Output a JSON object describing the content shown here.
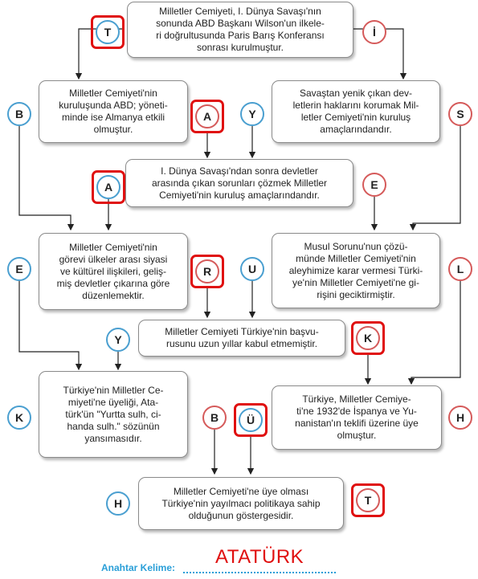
{
  "boxes": [
    {
      "id": "b1",
      "text": "Milletler Cemiyeti, I. Dünya Savaşı'nın\nsonunda ABD Başkanı Wilson'un ilkele-\nri doğrultusunda Paris Barış Konferansı\nsonrası kurulmuştur."
    },
    {
      "id": "b2",
      "text": "Milletler Cemiyeti'nin\nkuruluşunda ABD; yöneti-\nminde ise Almanya etkili\nolmuştur."
    },
    {
      "id": "b3",
      "text": "Savaştan yenik çıkan dev-\nletlerin haklarını korumak Mil-\nletler Cemiyeti'nin kuruluş\namaçlarındandır."
    },
    {
      "id": "b4",
      "text": "I. Dünya Savaşı'ndan sonra devletler\narasında çıkan sorunları çözmek Milletler\nCemiyeti'nin kuruluş amaçlarındandır."
    },
    {
      "id": "b5",
      "text": "Milletler Cemiyeti'nin\ngörevi ülkeler arası siyasi\nve kültürel ilişkileri, geliş-\nmiş devletler çıkarına göre\ndüzenlemektir."
    },
    {
      "id": "b6",
      "text": "Musul Sorunu'nun çözü-\nmünde Milletler Cemiyeti'nin\naleyhimize karar vermesi Türki-\nye'nin Milletler Cemiyeti'ne gi-\nrişini geciktirmiştir."
    },
    {
      "id": "b7",
      "text": "Milletler Cemiyeti Türkiye'nin başvu-\nrusunu uzun yıllar kabul etmemiştir."
    },
    {
      "id": "b8",
      "text": "Türkiye'nin Milletler Ce-\nmiyeti'ne üyeliği, Ata-\ntürk'ün \"Yurtta sulh, ci-\nhanda sulh.\" sözünün\nyansımasıdır."
    },
    {
      "id": "b9",
      "text": "Türkiye, Milletler Cemiye-\nti'ne 1932'de İspanya ve Yu-\nnanistan'ın teklifi üzerine üye\nolmuştur."
    },
    {
      "id": "b10",
      "text": "Milletler Cemiyeti'ne üye olması\nTürkiye'nin yayılmacı politikaya sahip\nolduğunun göstergesidir."
    }
  ],
  "circles": [
    {
      "id": "c1",
      "letter": "T",
      "kind": "blue"
    },
    {
      "id": "c2",
      "letter": "İ",
      "kind": "red"
    },
    {
      "id": "c3",
      "letter": "B",
      "kind": "blue"
    },
    {
      "id": "c4",
      "letter": "A",
      "kind": "red"
    },
    {
      "id": "c5",
      "letter": "Y",
      "kind": "blue"
    },
    {
      "id": "c6",
      "letter": "S",
      "kind": "red"
    },
    {
      "id": "c7",
      "letter": "A",
      "kind": "blue"
    },
    {
      "id": "c8",
      "letter": "E",
      "kind": "red"
    },
    {
      "id": "c9",
      "letter": "E",
      "kind": "blue"
    },
    {
      "id": "c10",
      "letter": "R",
      "kind": "red"
    },
    {
      "id": "c11",
      "letter": "U",
      "kind": "blue"
    },
    {
      "id": "c12",
      "letter": "L",
      "kind": "red"
    },
    {
      "id": "c13",
      "letter": "Y",
      "kind": "blue"
    },
    {
      "id": "c14",
      "letter": "K",
      "kind": "red"
    },
    {
      "id": "c15",
      "letter": "K",
      "kind": "blue"
    },
    {
      "id": "c16",
      "letter": "B",
      "kind": "red"
    },
    {
      "id": "c17",
      "letter": "Ü",
      "kind": "blue"
    },
    {
      "id": "c18",
      "letter": "H",
      "kind": "red"
    },
    {
      "id": "c19",
      "letter": "H",
      "kind": "blue"
    },
    {
      "id": "c20",
      "letter": "T",
      "kind": "red"
    }
  ],
  "key": {
    "label": "Anahtar Kelime:",
    "answer": "ATATÜRK"
  },
  "colors": {
    "blue_ring": "#4a9fd0",
    "red_ring": "#d55a5a",
    "highlight": "#e01010",
    "key_label": "#2a9fd8"
  }
}
